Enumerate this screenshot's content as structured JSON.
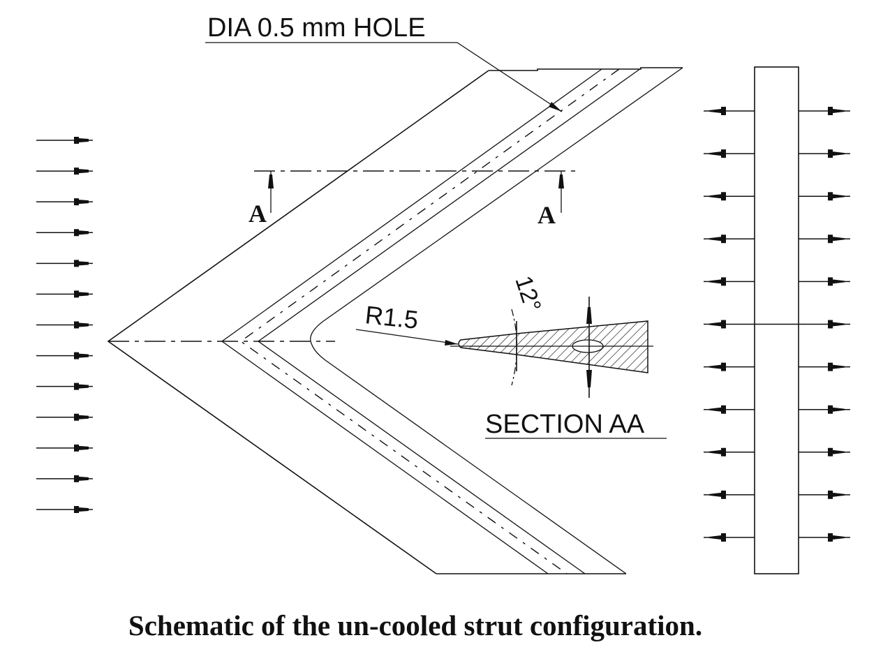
{
  "labels": {
    "hole": "DIA 0.5 mm HOLE",
    "section_mark_left": "A",
    "section_mark_right": "A",
    "radius": "R1.5",
    "angle": "12°",
    "section_title": "SECTION AA"
  },
  "caption": "Schematic of the un-cooled strut configuration.",
  "flow": {
    "inlet_arrow_count": 13,
    "outlet_arrow_rows": 11
  },
  "colors": {
    "ink": "#111111",
    "background": "#ffffff"
  }
}
